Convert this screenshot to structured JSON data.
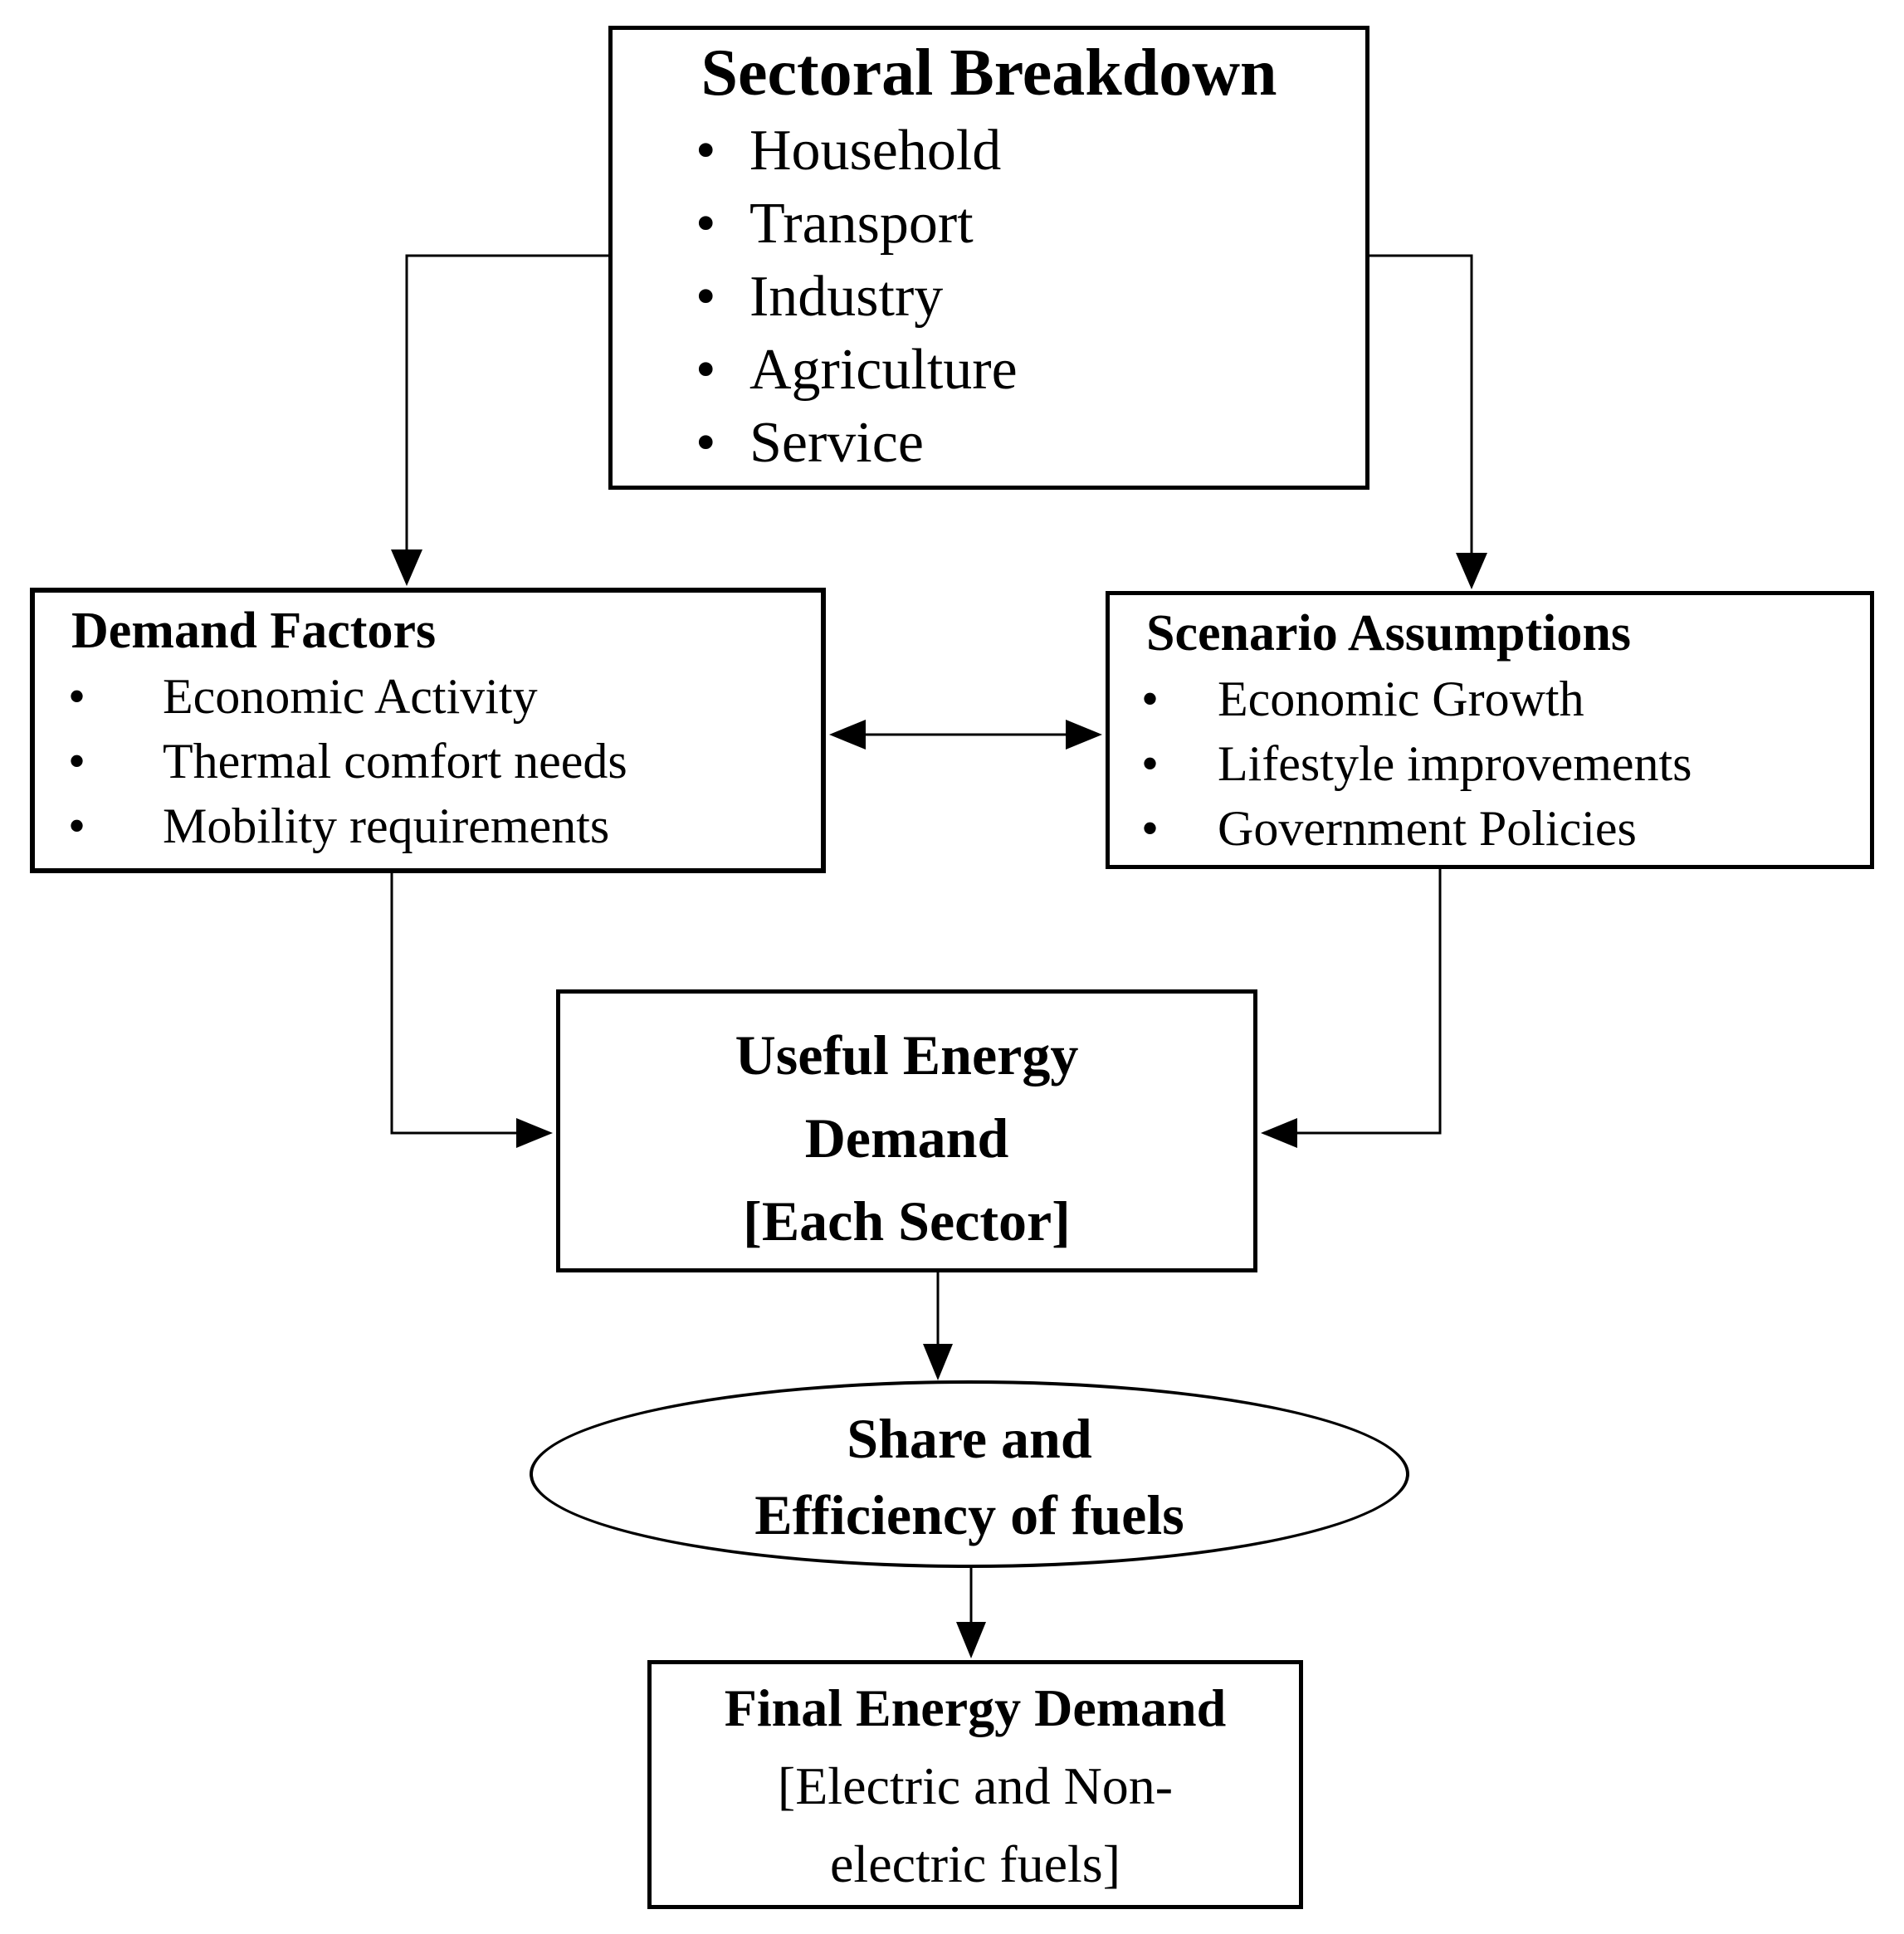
{
  "nodes": {
    "sectoral_breakdown": {
      "title": "Sectoral Breakdown",
      "items": [
        "Household",
        "Transport",
        "Industry",
        "Agriculture",
        "Service"
      ]
    },
    "demand_factors": {
      "title": "Demand Factors",
      "items": [
        "Economic Activity",
        "Thermal comfort needs",
        "Mobility requirements"
      ]
    },
    "scenario_assumptions": {
      "title": "Scenario Assumptions",
      "items": [
        "Economic Growth",
        "Lifestyle improvements",
        "Government Policies"
      ]
    },
    "useful_energy_demand": {
      "line1": "Useful Energy",
      "line2": "Demand",
      "line3": "[Each Sector]"
    },
    "share_and_efficiency": {
      "line1": "Share and",
      "line2": "Efficiency of fuels"
    },
    "final_energy_demand": {
      "line1": "Final Energy Demand",
      "line2": "[Electric and Non-",
      "line3": "electric fuels]"
    }
  },
  "colors": {
    "stroke": "#000000",
    "background": "#ffffff",
    "text": "#000000"
  }
}
